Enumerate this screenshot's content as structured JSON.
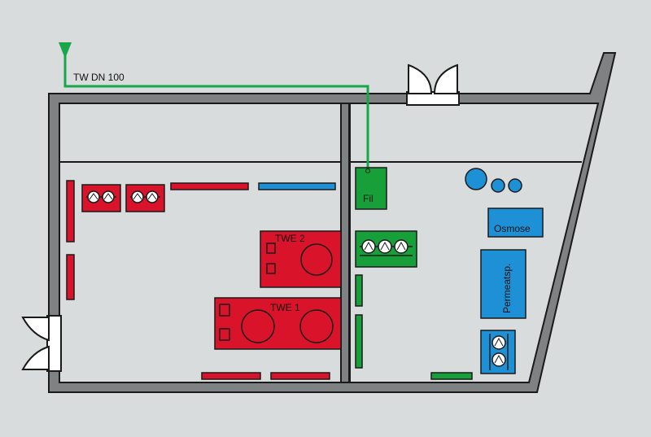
{
  "labels": {
    "pipe": "TW DN 100",
    "filter": "Fil",
    "twe2": "TWE 2",
    "twe1": "TWE 1",
    "osmose": "Osmose",
    "permeate_tank": "Permeatsp."
  },
  "colors": {
    "background": "#d9dcdc",
    "wall_fill": "#7f8283",
    "wall_outline": "#1a1a1a",
    "red_equipment": "#d9132a",
    "green_equipment": "#17a03a",
    "blue_equipment": "#1e90d6",
    "pipe": "#19a64a"
  }
}
